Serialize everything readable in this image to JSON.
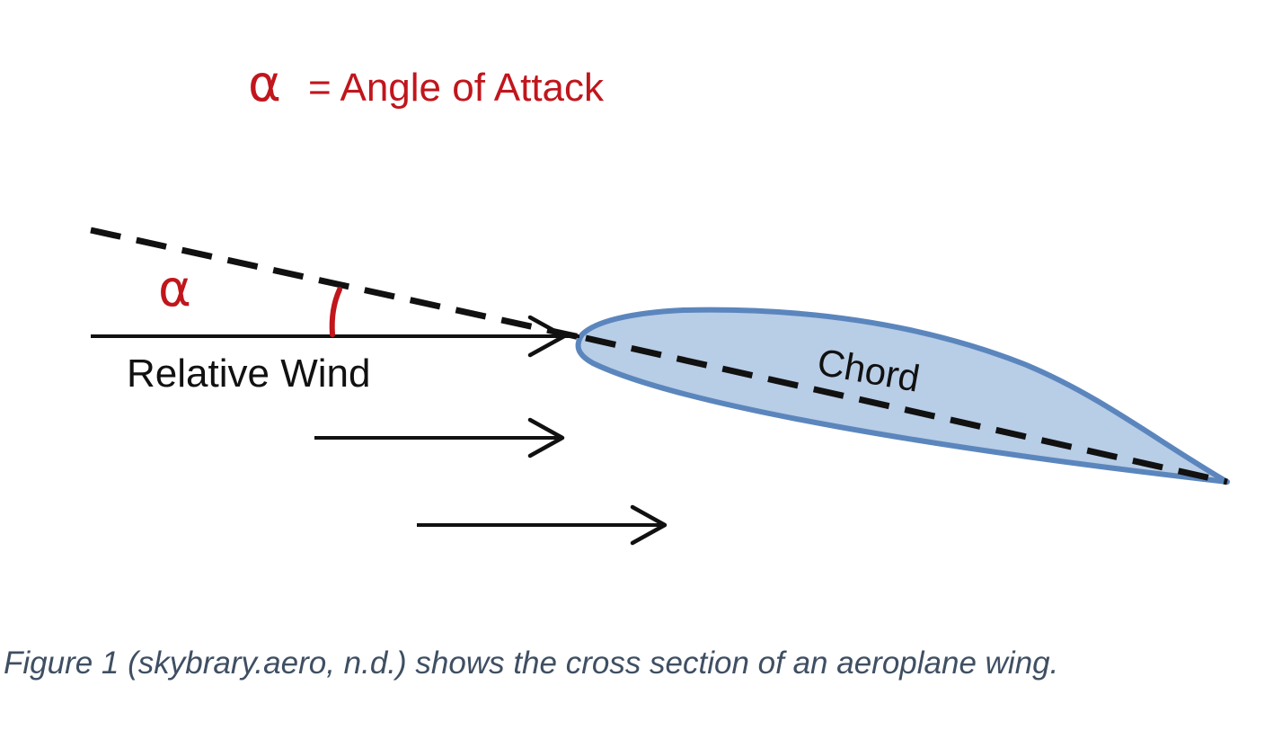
{
  "legend": {
    "symbol": "α",
    "text": "= Angle of Attack"
  },
  "labels": {
    "angle_symbol": "α",
    "relative_wind": "Relative Wind",
    "chord": "Chord"
  },
  "caption": "Figure 1 (skybrary.aero, n.d.) shows the cross section of an aeroplane wing.",
  "colors": {
    "accent_red": "#c0161c",
    "airfoil_fill": "#b8cde6",
    "airfoil_stroke": "#5b86bd",
    "line_black": "#111111",
    "caption_text": "#3f4f63"
  }
}
